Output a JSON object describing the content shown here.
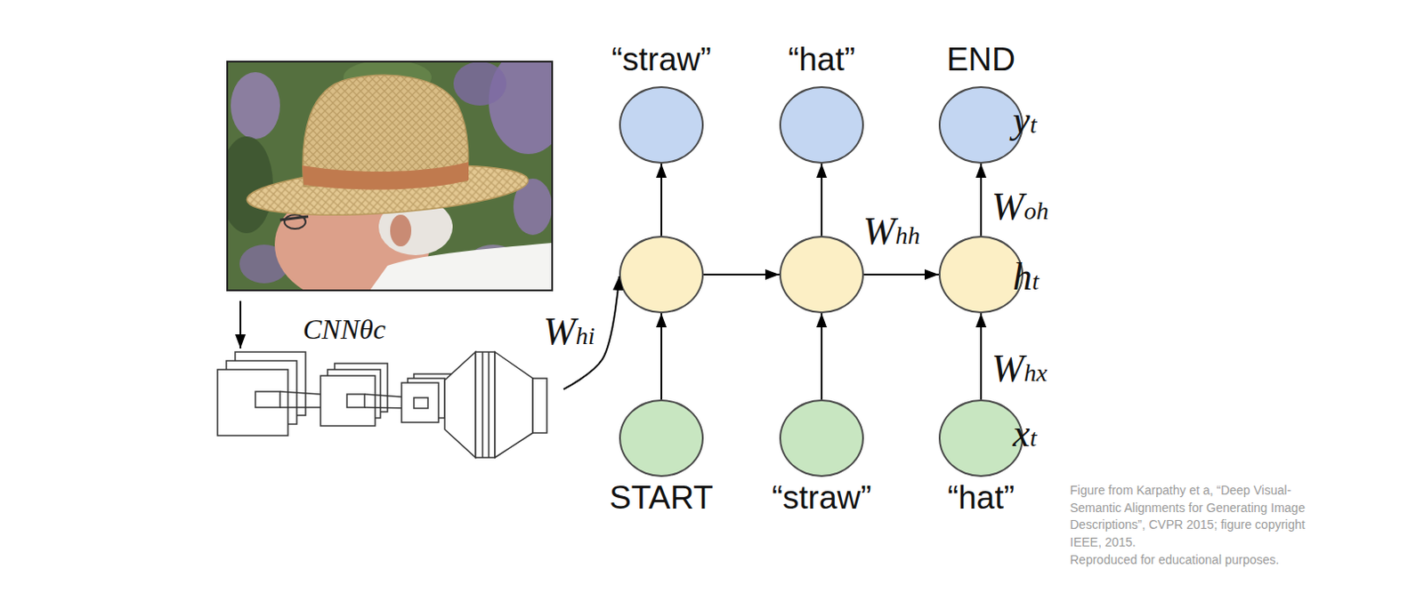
{
  "diagram": {
    "nodes": [
      {
        "text": [
          "“straw”"
        ]
      },
      {
        "text": [
          "“hat”"
        ]
      },
      {
        "text": [
          "END"
        ]
      },
      {
        "text": []
      },
      {
        "text": []
      },
      {
        "text": []
      },
      {
        "text": [
          "CNNθc"
        ]
      },
      {
        "text": [
          "START"
        ]
      },
      {
        "text": [
          "“straw”"
        ]
      },
      {
        "text": [
          "“hat”"
        ]
      }
    ],
    "edges": [
      {
        "from": 6,
        "to": 3,
        "label": "Whi",
        "arrow": "to"
      },
      {
        "from": 7,
        "to": 3,
        "arrow": "to"
      },
      {
        "from": 3,
        "to": 0,
        "arrow": "to"
      },
      {
        "from": 3,
        "to": 4,
        "arrow": "to"
      },
      {
        "from": 8,
        "to": 4,
        "arrow": "to"
      },
      {
        "from": 4,
        "to": 1,
        "arrow": "to"
      },
      {
        "from": 4,
        "to": 5,
        "label": "Whh",
        "arrow": "to"
      },
      {
        "from": 9,
        "to": 5,
        "label": "Whx",
        "arrow": "to"
      },
      {
        "from": 5,
        "to": 2,
        "label": "Woh",
        "arrow": "to"
      }
    ],
    "labels": [
      "yt",
      "ht",
      "xt",
      "Figure from Karpathy et a, “Deep Visual-Semantic Alignments for Generating Image Descriptions”, CVPR 2015; figure copyright IEEE, 2015.",
      "Reproduced for educational purposes."
    ]
  }
}
